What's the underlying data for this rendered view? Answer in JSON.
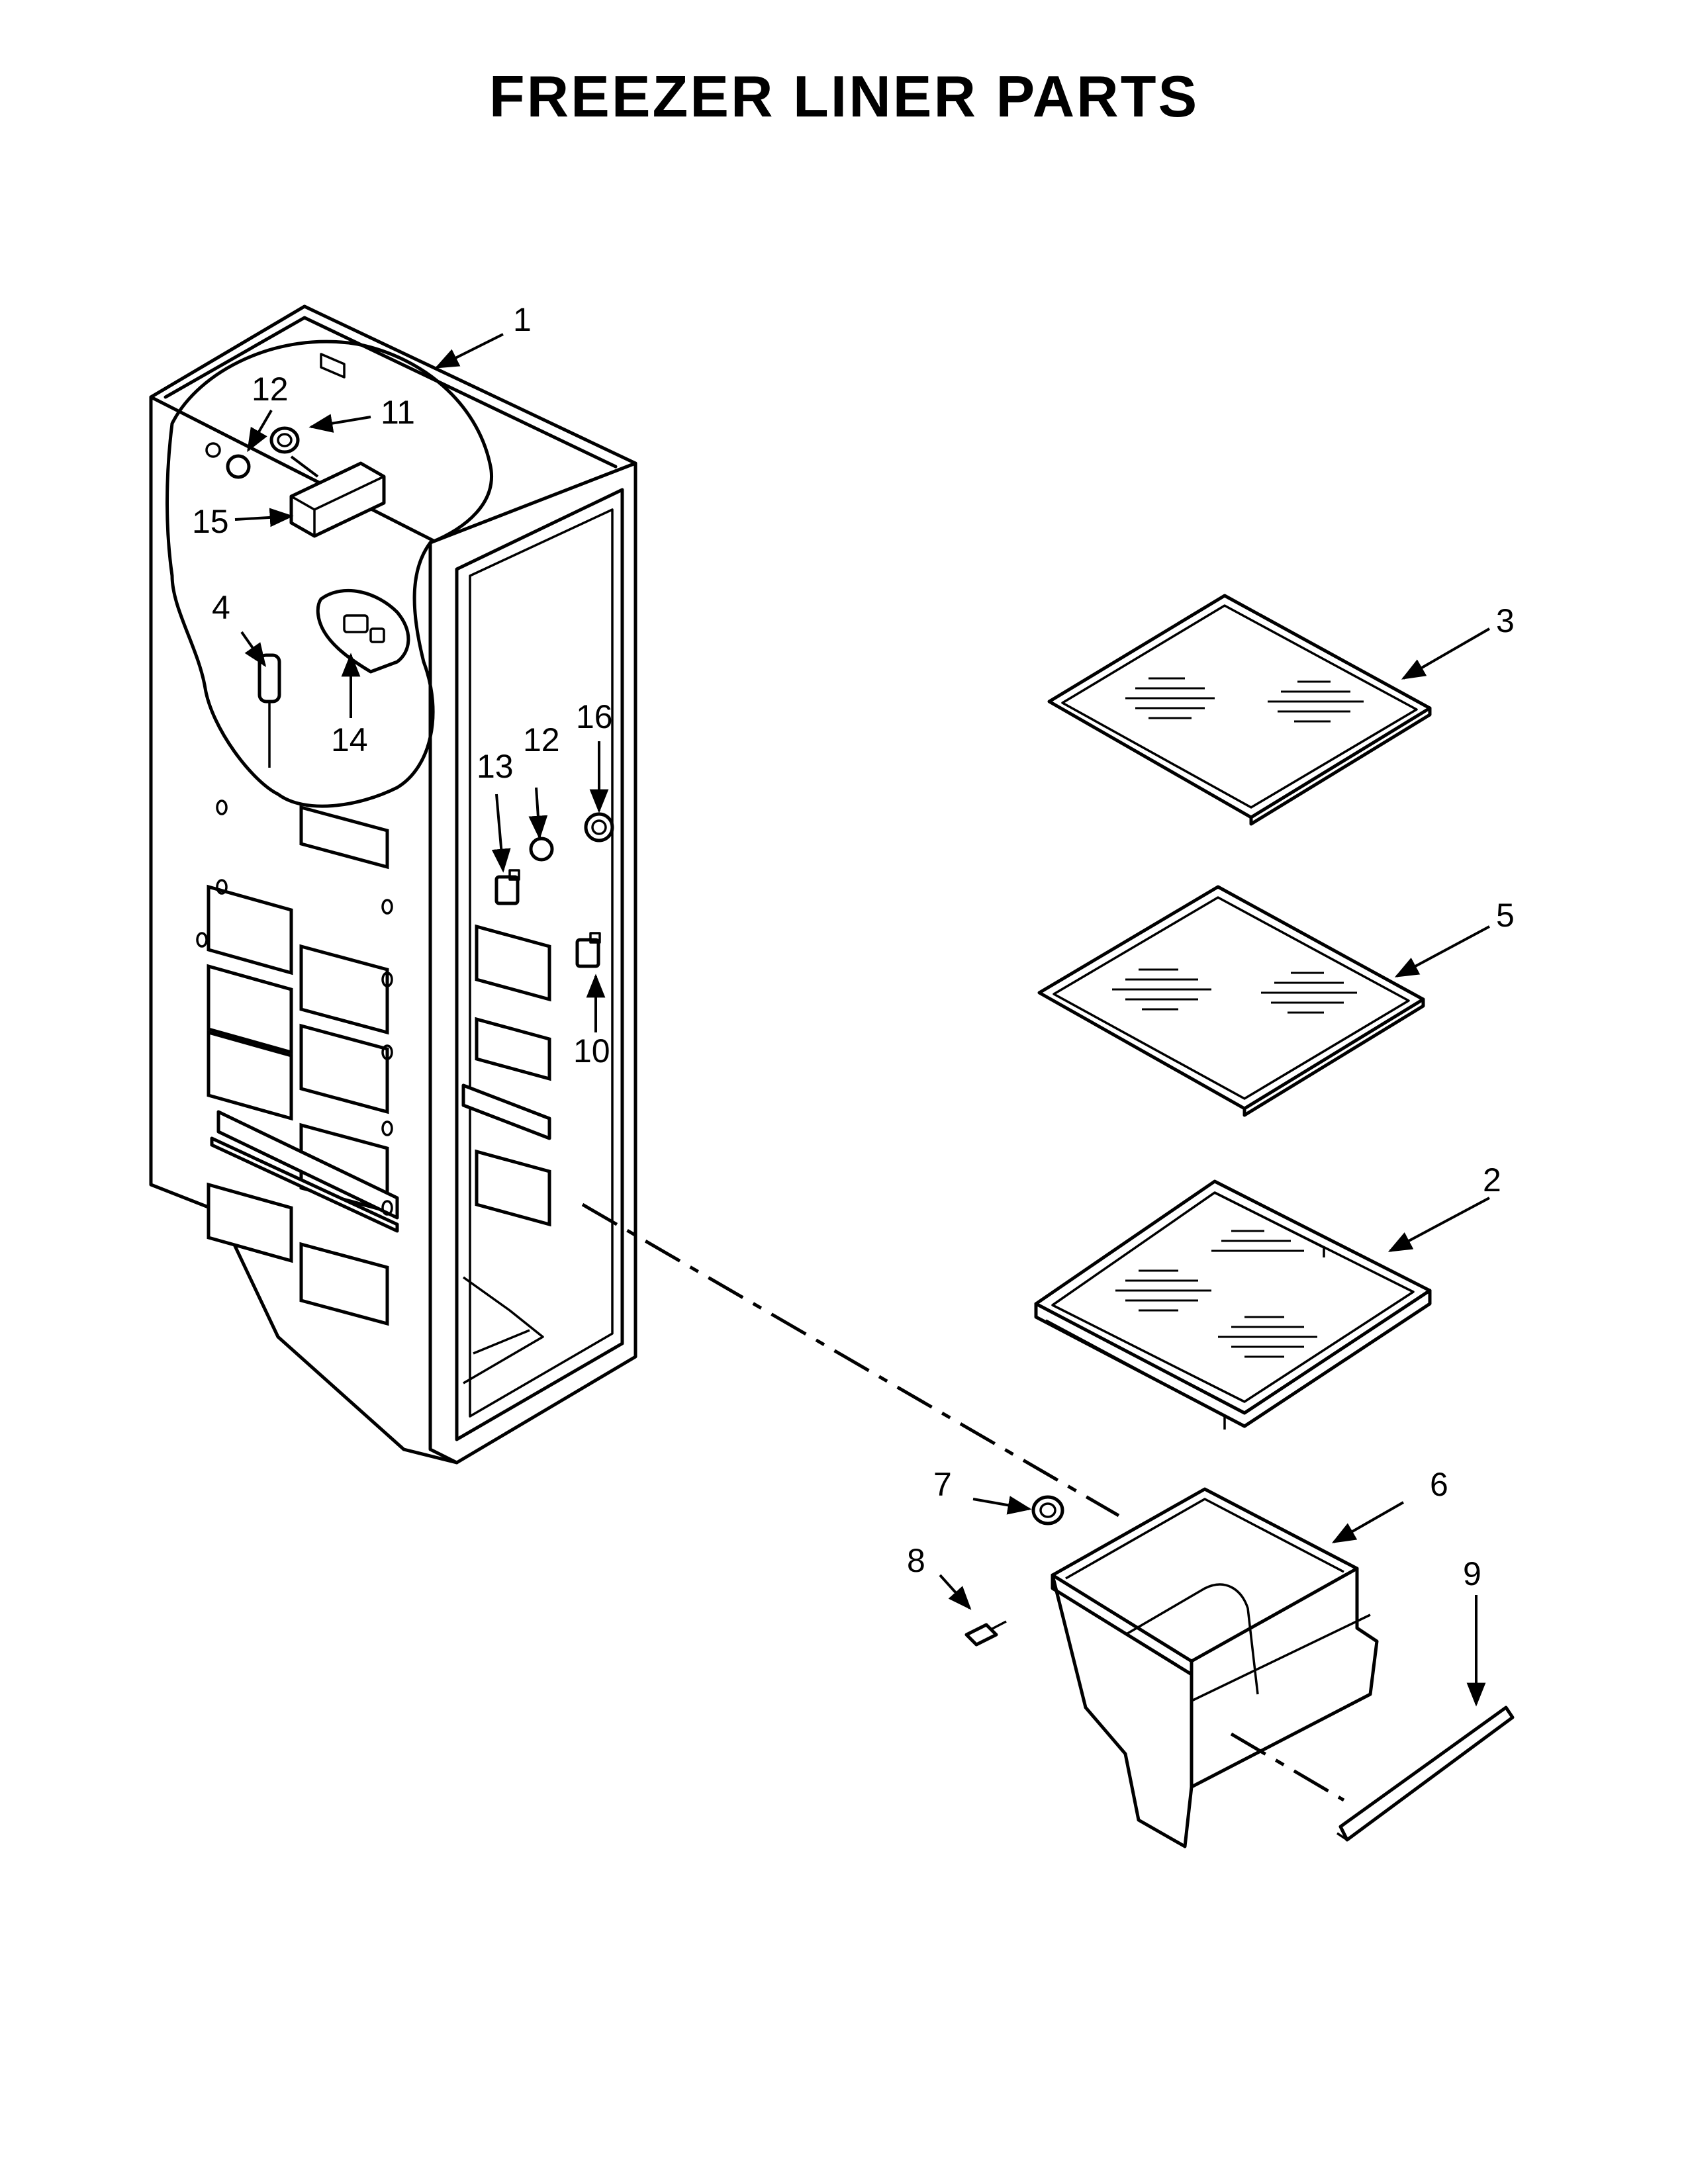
{
  "title": "FREEZER LINER PARTS",
  "callouts": [
    {
      "id": "c1",
      "text": "1"
    },
    {
      "id": "c2",
      "text": "2"
    },
    {
      "id": "c3",
      "text": "3"
    },
    {
      "id": "c4",
      "text": "4"
    },
    {
      "id": "c5",
      "text": "5"
    },
    {
      "id": "c6",
      "text": "6"
    },
    {
      "id": "c7",
      "text": "7"
    },
    {
      "id": "c8",
      "text": "8"
    },
    {
      "id": "c9",
      "text": "9"
    },
    {
      "id": "c10",
      "text": "10"
    },
    {
      "id": "c11",
      "text": "11"
    },
    {
      "id": "c12a",
      "text": "12"
    },
    {
      "id": "c12b",
      "text": "12"
    },
    {
      "id": "c13",
      "text": "13"
    },
    {
      "id": "c14",
      "text": "14"
    },
    {
      "id": "c15",
      "text": "15"
    },
    {
      "id": "c16",
      "text": "16"
    }
  ]
}
